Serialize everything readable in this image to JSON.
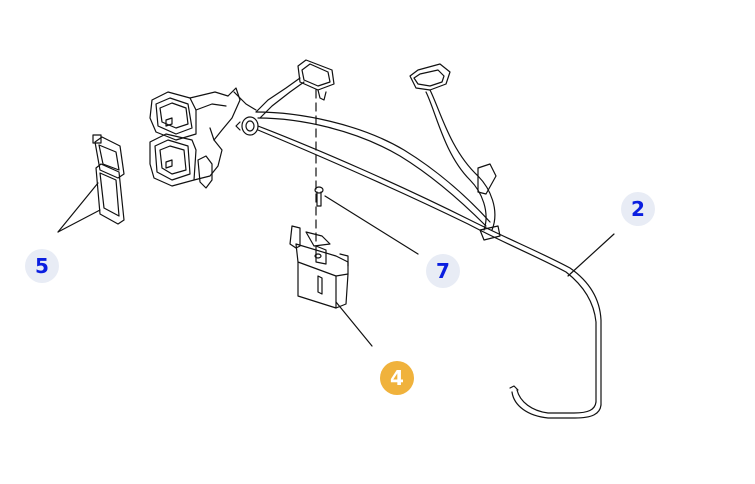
{
  "callouts": [
    {
      "id": "c5",
      "label": "5",
      "state": "normal"
    },
    {
      "id": "c7",
      "label": "7",
      "state": "normal"
    },
    {
      "id": "c2",
      "label": "2",
      "state": "normal"
    },
    {
      "id": "c4",
      "label": "4",
      "state": "active"
    }
  ],
  "colors": {
    "callout_bg": "#e8ecf5",
    "callout_text": "#0a1ee0",
    "callout_active_bg": "#f0b23c",
    "callout_active_text": "#ffffff",
    "line": "#111111"
  }
}
